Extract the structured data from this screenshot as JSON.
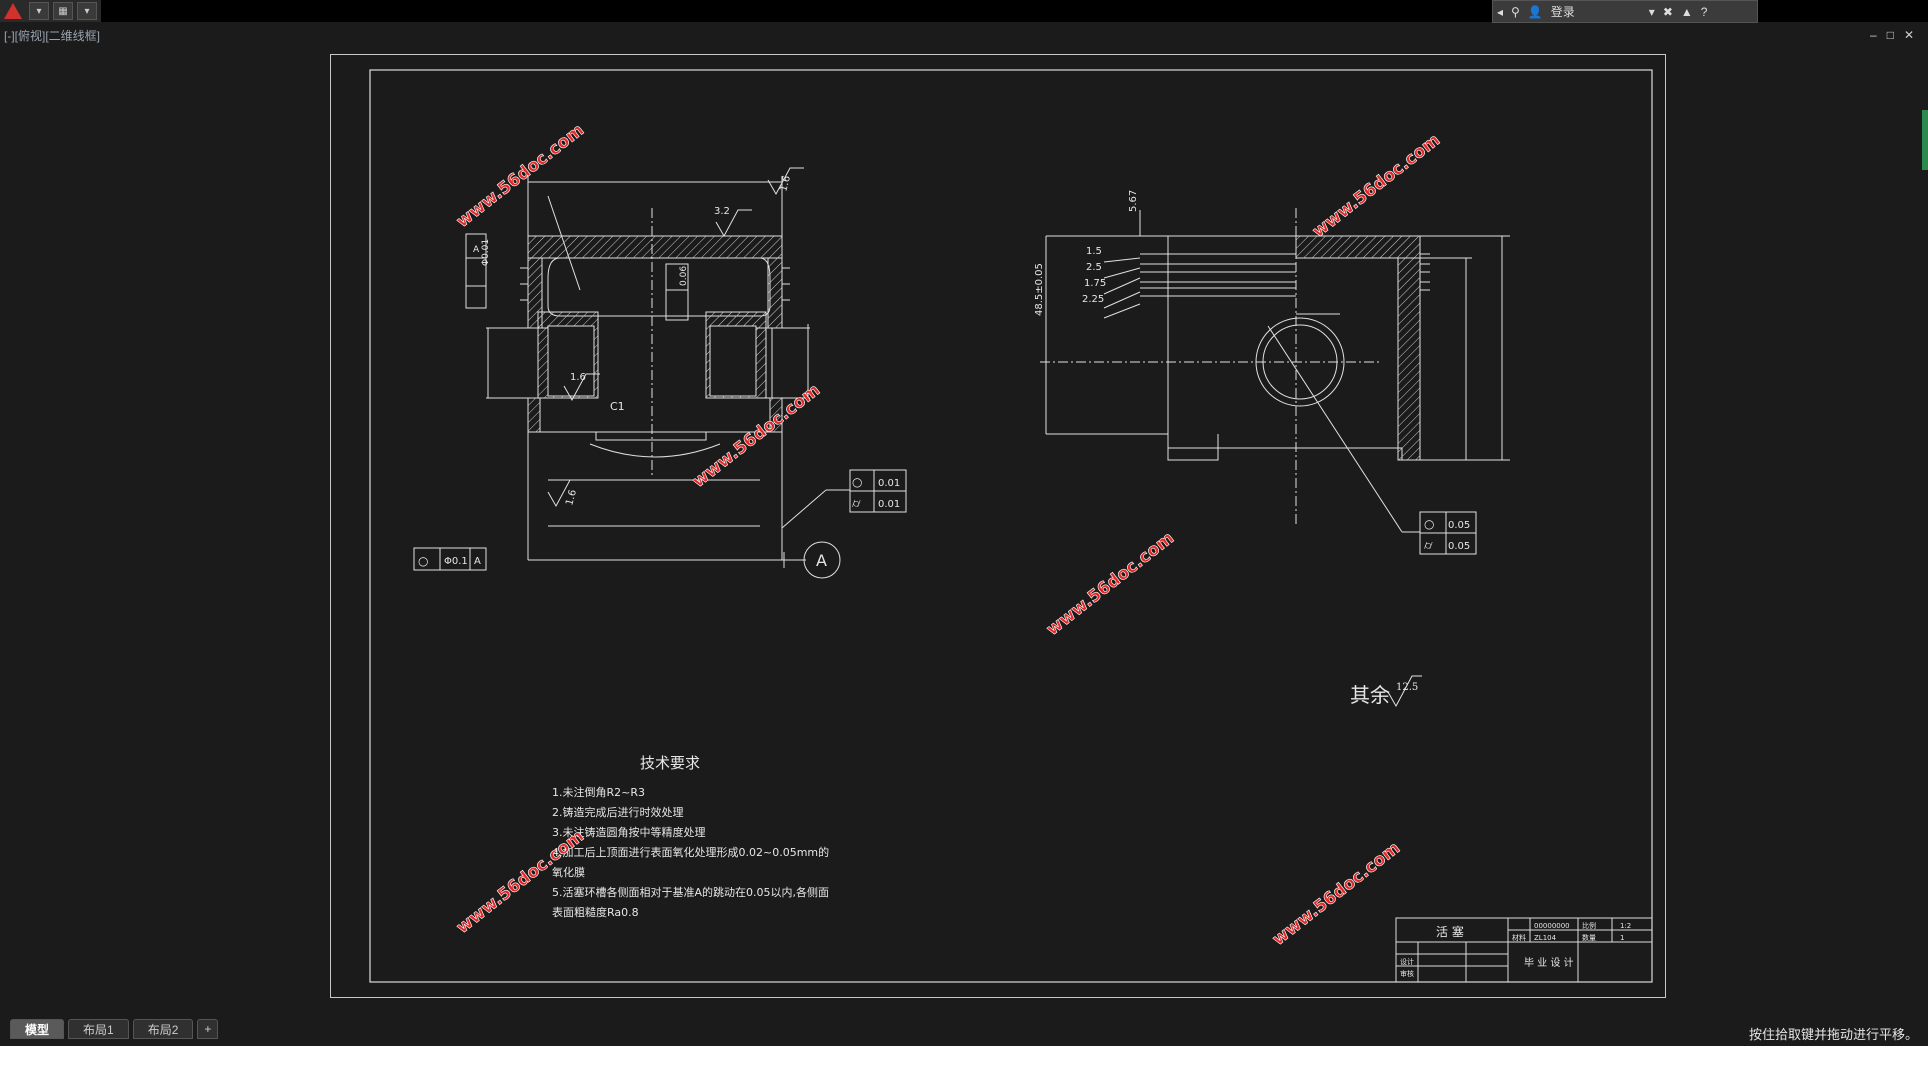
{
  "toolbar": {
    "login_label": "登录",
    "help_label": "?"
  },
  "viewport": {
    "label": "[-][俯视][二维线框]"
  },
  "window_controls": {
    "minimize": "–",
    "restore": "□",
    "close": "✕"
  },
  "drawing": {
    "watermark": "www.56doc.com",
    "tech_req_title": "技术要求",
    "tech_req_items": [
      "1.未注倒角R2~R3",
      "2.铸造完成后进行时效处理",
      "3.未注铸造圆角按中等精度处理",
      "4.加工后上顶面进行表面氧化处理形成0.02~0.05mm的",
      "氧化膜",
      "5.活塞环槽各侧面相对于基准A的跳动在0.05以内,各侧面",
      "表面粗糙度Ra0.8"
    ],
    "rest_roughness_label": "其余",
    "rest_roughness_value": "12.5",
    "left_view": {
      "roughness_top": "3.2",
      "roughness_corner": "1.6",
      "roughness_mid": "1.6",
      "roughness_bottom": "1.6",
      "chamfer": "C1",
      "flatness": "0.06",
      "perp_value": "Φ0.01",
      "perp_datum": "A",
      "circ_value": "0.01",
      "cyl_value": "0.01",
      "bottom_fcf_value": "Φ0.1",
      "bottom_fcf_datum": "A",
      "datum_label": "A"
    },
    "right_view": {
      "top_dim": "5.67",
      "groove_dims": [
        "1.5",
        "2.5",
        "1.75",
        "2.25"
      ],
      "side_dim": "48.5±0.05",
      "circ_value": "0.05",
      "cyl_value": "0.05"
    },
    "title_block": {
      "part_name": "活 塞",
      "drawing_no": "00000000",
      "scale_label": "比例",
      "scale_value": "1:2",
      "material_label": "材料",
      "material_value": "ZL104",
      "qty_label": "数量",
      "qty_value": "1",
      "row_label_a": "设计",
      "row_label_b": "审核",
      "project": "毕 业 设 计"
    }
  },
  "layout_tabs": [
    {
      "label": "模型",
      "active": true
    },
    {
      "label": "布局1",
      "active": false
    },
    {
      "label": "布局2",
      "active": false
    },
    {
      "label": "+",
      "active": false
    }
  ],
  "status": {
    "message": "按住拾取键并拖动进行平移。"
  }
}
